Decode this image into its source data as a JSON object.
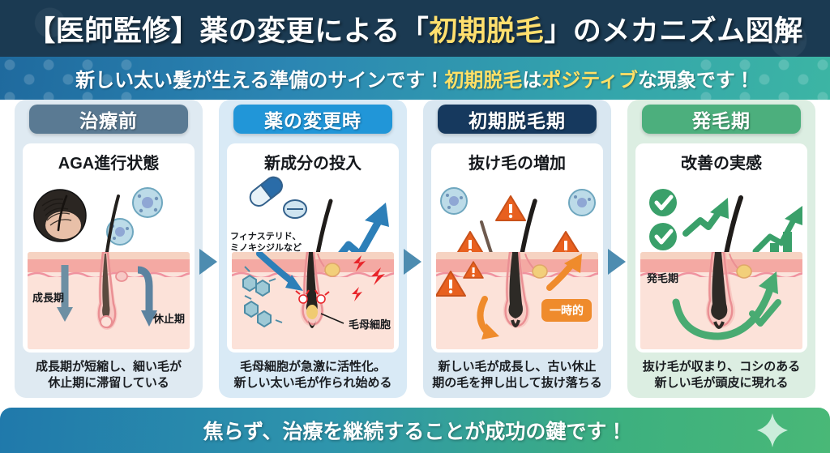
{
  "header": {
    "title_pre": "【医師監修】薬の変更による「",
    "title_highlight": "初期脱毛",
    "title_post": "」のメカニズム図解",
    "subtitle_pre": "新しい太い髪が生える準備のサインです！",
    "subtitle_hl1": "初期脱毛",
    "subtitle_mid": "は",
    "subtitle_hl2": "ポジティブ",
    "subtitle_post": "な現象です！",
    "bg_color": "#1b3a52",
    "highlight_color": "#ffdf6e",
    "subtitle_gradient_from": "#1f6a9e",
    "subtitle_gradient_to": "#3cb5a4"
  },
  "panels": [
    {
      "id": "before-treatment",
      "header": "治療前",
      "header_color": "#5a7a93",
      "subtitle": "AGA進行状態",
      "caption_line1": "成長期が短縮し、細い毛が",
      "caption_line2": "休止期に滞留している",
      "labels": {
        "growth_phase": "成長期",
        "rest_phase": "休止期"
      }
    },
    {
      "id": "medication-change",
      "header": "薬の変更時",
      "header_color": "#2196d8",
      "subtitle": "新成分の投入",
      "caption_line1": "毛母細胞が急激に活性化。",
      "caption_line2": "新しい太い毛が作られ始める",
      "labels": {
        "drug_line1": "フィナステリド、",
        "drug_line2": "ミノキシジルなど",
        "matrix_cell": "毛母細胞"
      }
    },
    {
      "id": "initial-shedding",
      "header": "初期脱毛期",
      "header_color": "#16395e",
      "subtitle": "抜け毛の増加",
      "caption_line1": "新しい毛が成長し、古い休止",
      "caption_line2": "期の毛を押し出して抜け落ちる",
      "labels": {
        "temporary_badge": "一時的"
      }
    },
    {
      "id": "hair-growth",
      "header": "発毛期",
      "header_color": "#4caf7d",
      "subtitle": "改善の実感",
      "caption_line1": "抜け毛が収まり、コシのある",
      "caption_line2": "新しい毛が頭皮に現れる",
      "labels": {
        "growth_phase": "発毛期"
      }
    }
  ],
  "connectors": {
    "arrow_color": "#4d8cb0",
    "count": 3
  },
  "footer": {
    "text": "焦らず、治療を継続することが成功の鍵です！",
    "gradient_from": "#2079ab",
    "gradient_to": "#49b877"
  },
  "palette": {
    "skin_top": "#f6d3c2",
    "epidermis": "#f4a9a3",
    "dermis": "#fce2d9",
    "hair_dark": "#2c2c30",
    "hair_thin": "#6e5a4e",
    "warning_orange": "#e8601f",
    "accent_green": "#3aa06a",
    "accent_blue": "#2d7fb8",
    "spark_red": "#e8252a"
  }
}
